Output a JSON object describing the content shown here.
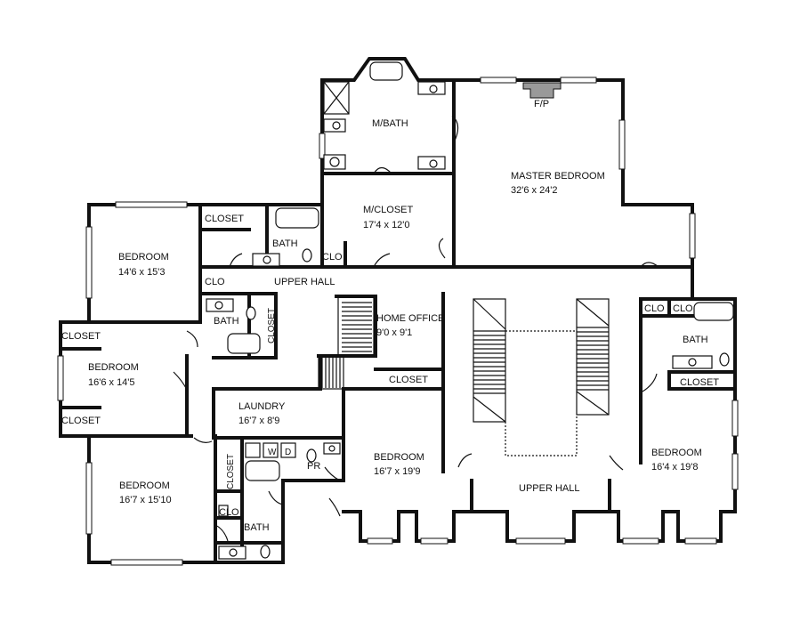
{
  "rooms": {
    "fp": "F/P",
    "mbath": "M/BATH",
    "master_name": "MASTER BEDROOM",
    "master_dim": "32'6 x 24'2",
    "mcloset_name": "M/CLOSET",
    "mcloset_dim": "17'4 x 12'0",
    "bed1_name": "BEDROOM",
    "bed1_dim": "14'6 x 15'3",
    "bath1": "BATH",
    "closet1": "CLOSET",
    "clo1": "CLO",
    "clo2": "CLO",
    "upper_hall1": "UPPER HALL",
    "bath2": "BATH",
    "closet2": "CLOSET",
    "home_office_name": "HOME OFFICE",
    "home_office_dim": "9'0 x 9'1",
    "closet_w1": "CLOSET",
    "closet_w2": "CLOSET",
    "bed2_name": "BEDROOM",
    "bed2_dim": "16'6 x 14'5",
    "laundry_name": "LAUNDRY",
    "laundry_dim": "16'7 x 8'9",
    "closet_hall": "CLOSET",
    "w": "W",
    "d": "D",
    "pr": "PR",
    "bed3_name": "BEDROOM",
    "bed3_dim": "16'7 x 15'10",
    "closet_v": "CLOSET",
    "clo3": "CLO",
    "bath3": "BATH",
    "bed4_name": "BEDROOM",
    "bed4_dim": "16'7 x 19'9",
    "upper_hall2": "UPPER HALL",
    "clo_r1": "CLO",
    "clo_r2": "CLO",
    "bath4": "BATH",
    "closet_r": "CLOSET",
    "bed5_name": "BEDROOM",
    "bed5_dim": "16'4 x 19'8"
  }
}
